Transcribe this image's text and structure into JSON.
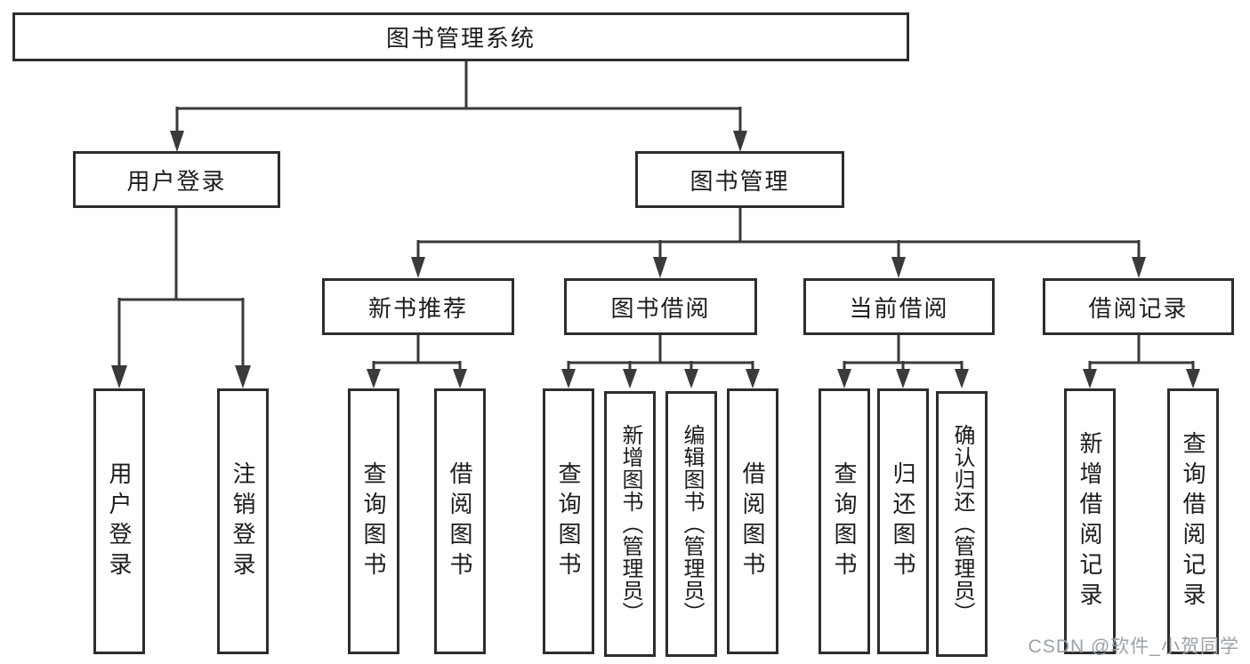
{
  "diagram": {
    "root": {
      "label": "图书管理系统"
    },
    "level2": [
      {
        "label": "用户登录"
      },
      {
        "label": "图书管理"
      }
    ],
    "level3": [
      {
        "label": "新书推荐"
      },
      {
        "label": "图书借阅"
      },
      {
        "label": "当前借阅"
      },
      {
        "label": "借阅记录"
      }
    ],
    "leaves": {
      "user_login": [
        {
          "label": "用户登录"
        },
        {
          "label": "注销登录"
        }
      ],
      "new_book_recommend": [
        {
          "label": "查询图书"
        },
        {
          "label": "借阅图书"
        }
      ],
      "book_borrow": [
        {
          "label": "查询图书"
        },
        {
          "label": "新增图书（管理员）"
        },
        {
          "label": "编辑图书（管理员）"
        },
        {
          "label": "借阅图书"
        }
      ],
      "current_borrow": [
        {
          "label": "查询图书"
        },
        {
          "label": "归还图书"
        },
        {
          "label": "确认归还（管理员）"
        }
      ],
      "borrow_records": [
        {
          "label": "新增借阅记录"
        },
        {
          "label": "查询借阅记录"
        }
      ]
    }
  },
  "watermark": {
    "text": "CSDN @软件_小贺同学"
  },
  "colors": {
    "line": "#3a3a3a",
    "box_border": "#2d2d2d",
    "text": "#1c1c1c",
    "background": "#ffffff",
    "watermark": "#9aa1a8"
  }
}
